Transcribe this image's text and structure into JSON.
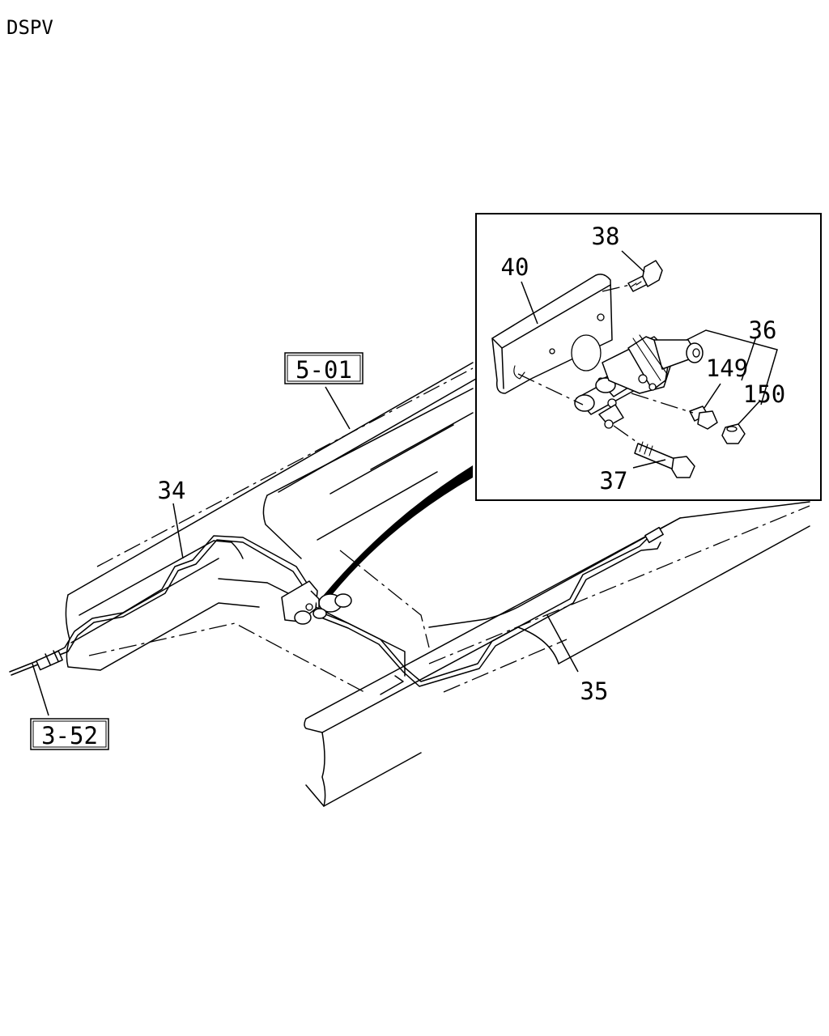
{
  "header": {
    "code": "DSPV"
  },
  "refs": {
    "frame": "5-01",
    "pipe_front": "3-52"
  },
  "callouts": {
    "p34": "34",
    "p35": "35",
    "p36": "36",
    "p37": "37",
    "p38": "38",
    "p40": "40",
    "p149": "149",
    "p150": "150"
  }
}
